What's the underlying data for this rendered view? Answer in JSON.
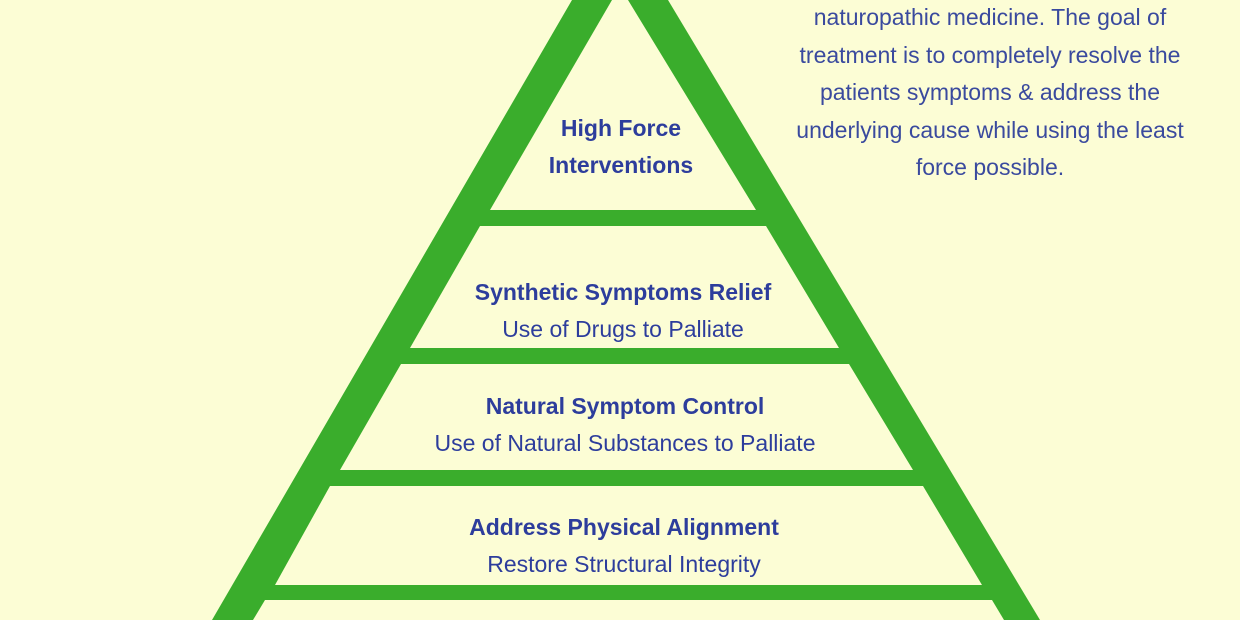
{
  "colors": {
    "background": "#fcfdd5",
    "pyramid": "#3aad2c",
    "text": "#2d3d9c"
  },
  "description": [
    "naturopathic medicine. The goal of",
    "treatment is to completely resolve the",
    "patients symptoms & address the",
    "underlying cause while using the least",
    "force possible."
  ],
  "levels": [
    {
      "title_lines": [
        "High Force",
        "Interventions"
      ]
    },
    {
      "title": "Synthetic Symptoms Relief",
      "subtitle": "Use of Drugs to Palliate"
    },
    {
      "title": "Natural Symptom Control",
      "subtitle": "Use of Natural Substances to Palliate"
    },
    {
      "title": "Address Physical Alignment",
      "subtitle": "Restore Structural Integrity"
    }
  ]
}
